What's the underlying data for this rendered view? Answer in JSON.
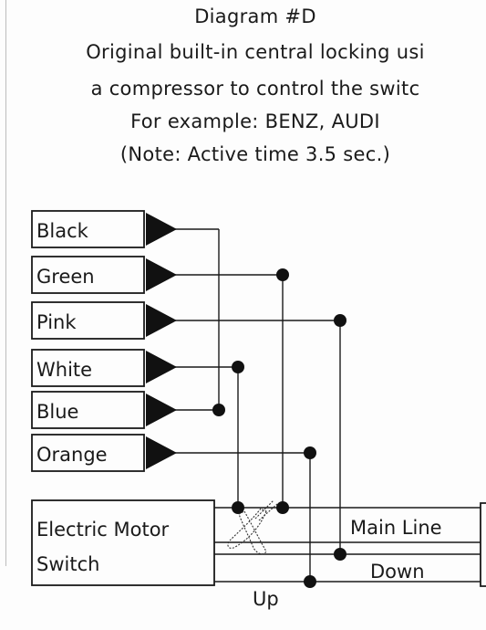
{
  "title": "Diagram #D",
  "description_lines": [
    "Original built-in central locking usi",
    "a compressor to control the switc",
    "For example: BENZ, AUDI",
    "(Note: Active time 3.5 sec.)"
  ],
  "wires": [
    {
      "label": "Black"
    },
    {
      "label": "Green"
    },
    {
      "label": "Pink"
    },
    {
      "label": "White"
    },
    {
      "label": "Blue"
    },
    {
      "label": "Orange"
    }
  ],
  "switch_box": {
    "line1": "Electric Motor",
    "line2": "Switch"
  },
  "lines": {
    "main": "Main Line",
    "down": "Down",
    "up": "Up"
  },
  "icons": [
    "wire-cutter-icon"
  ]
}
